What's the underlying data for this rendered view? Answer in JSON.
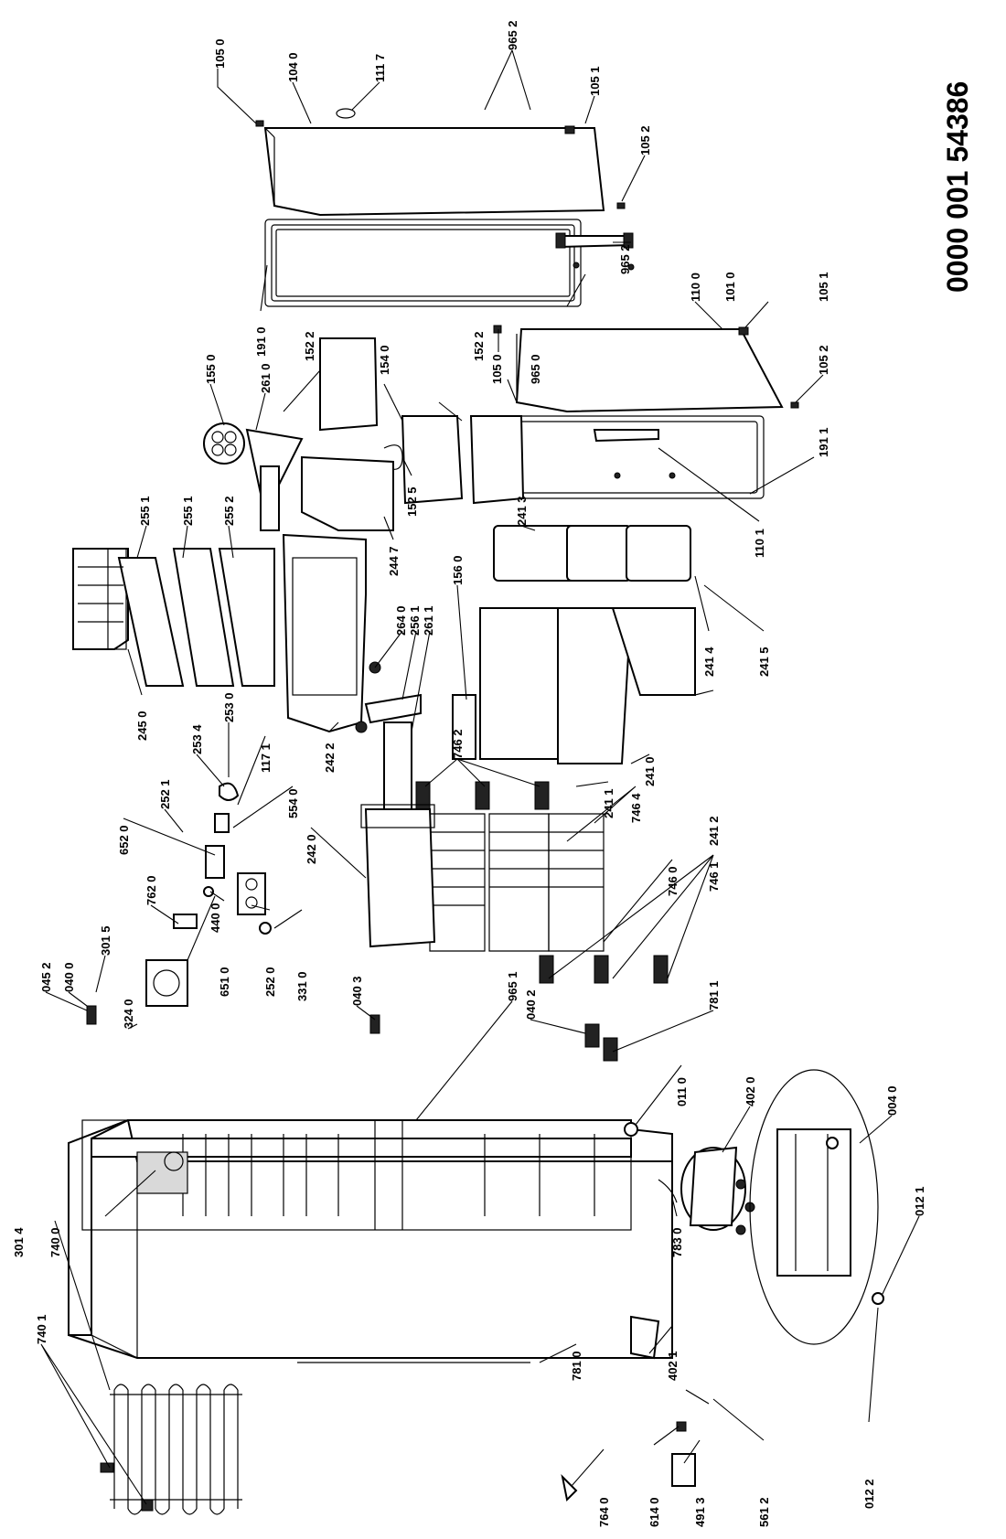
{
  "document_number": "0000 001 54386",
  "part_labels": [
    "105 0",
    "104 0",
    "111 7",
    "965 2",
    "105 1",
    "105 2",
    "110 0",
    "965 2",
    "101 0",
    "105 1",
    "191 0",
    "152 2",
    "154 0",
    "152 2",
    "105 0",
    "965 0",
    "105 2",
    "191 1",
    "155 0",
    "261 0",
    "244 7",
    "152 5",
    "110 1",
    "255 1",
    "255 1",
    "255 2",
    "264 0",
    "256 1",
    "261 1",
    "156 0",
    "241 3",
    "241 4",
    "241 5",
    "245 0",
    "242 2",
    "253 4",
    "253 0",
    "117 1",
    "554 0",
    "652 0",
    "252 1",
    "746 2",
    "241 1",
    "746 4",
    "241 0",
    "241 2",
    "242 0",
    "746 0",
    "746 1",
    "762 0",
    "301 5",
    "440 0",
    "045 2",
    "040 0",
    "324 0",
    "651 0",
    "252 0",
    "331 0",
    "040 3",
    "965 1",
    "040 2",
    "781 1",
    "011 0",
    "402 0",
    "004 0",
    "301 4",
    "740 0",
    "783 0",
    "012 1",
    "740 1",
    "781 0",
    "402 1",
    "764 0",
    "614 0",
    "491 3",
    "561 2",
    "012 2"
  ]
}
